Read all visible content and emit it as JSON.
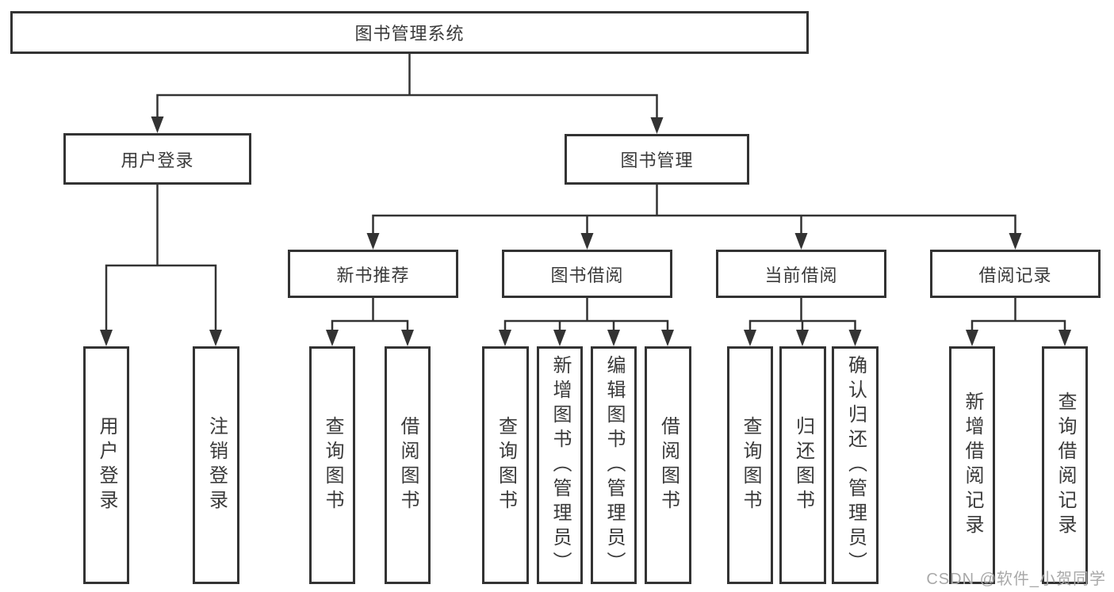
{
  "tree": {
    "label": "图书管理系统",
    "children": [
      {
        "label": "用户登录",
        "children": [
          {
            "label": "用户登录"
          },
          {
            "label": "注销登录"
          }
        ]
      },
      {
        "label": "图书管理",
        "children": [
          {
            "label": "新书推荐",
            "children": [
              {
                "label": "查询图书"
              },
              {
                "label": "借阅图书"
              }
            ]
          },
          {
            "label": "图书借阅",
            "children": [
              {
                "label": "查询图书"
              },
              {
                "label": "新增图书（管理员）"
              },
              {
                "label": "编辑图书（管理员）"
              },
              {
                "label": "借阅图书"
              }
            ]
          },
          {
            "label": "当前借阅",
            "children": [
              {
                "label": "查询图书"
              },
              {
                "label": "归还图书"
              },
              {
                "label": "确认归还（管理员）"
              }
            ]
          },
          {
            "label": "借阅记录",
            "children": [
              {
                "label": "新增借阅记录"
              },
              {
                "label": "查询借阅记录"
              }
            ]
          }
        ]
      }
    ]
  },
  "watermark": {
    "text": "CSDN @软件_小贺同学"
  },
  "colors": {
    "line": "#333333",
    "text": "#3a3a3a",
    "watermark": "#a9a9a9",
    "background": "#ffffff"
  }
}
